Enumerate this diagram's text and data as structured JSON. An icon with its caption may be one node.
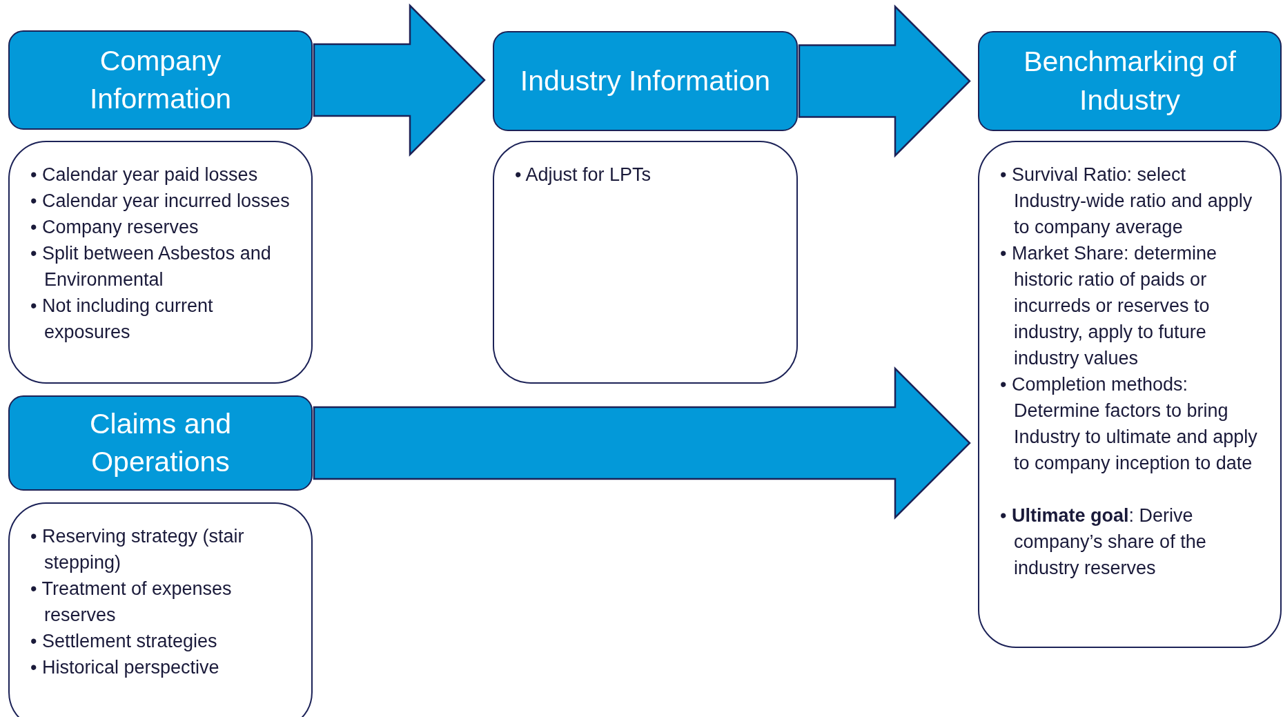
{
  "diagram": {
    "nodes": [
      {
        "text": [
          "Company Information"
        ]
      },
      {
        "text": [
          "• Calendar year paid losses",
          "• Calendar year incurred losses",
          "• Company reserves",
          "• Split between Asbestos and Environmental",
          "• Not including current exposures"
        ]
      },
      {
        "text": [
          "Industry Information"
        ]
      },
      {
        "text": [
          "• Adjust for LPTs"
        ]
      },
      {
        "text": [
          "Benchmarking of Industry"
        ]
      },
      {
        "text": [
          "• Survival Ratio: select Industry-wide ratio and apply to company average",
          "• Market Share: determine historic ratio of paids or incurreds or reserves to industry, apply to  future industry values",
          "• Completion methods: Determine factors to bring Industry to ultimate and apply to company inception to date",
          "• **Ultimate goal**: Derive company’s share of the industry reserves"
        ]
      },
      {
        "text": [
          "Claims and Operations"
        ]
      },
      {
        "text": [
          "• Reserving strategy (stair stepping)",
          "• Treatment of expenses reserves",
          "• Settlement strategies",
          "• Historical perspective"
        ]
      }
    ],
    "edges": [
      {
        "from": 0,
        "to": 2,
        "arrow": "to"
      },
      {
        "from": 2,
        "to": 4,
        "arrow": "to"
      },
      {
        "from": 6,
        "to": 4,
        "arrow": "to"
      }
    ]
  }
}
